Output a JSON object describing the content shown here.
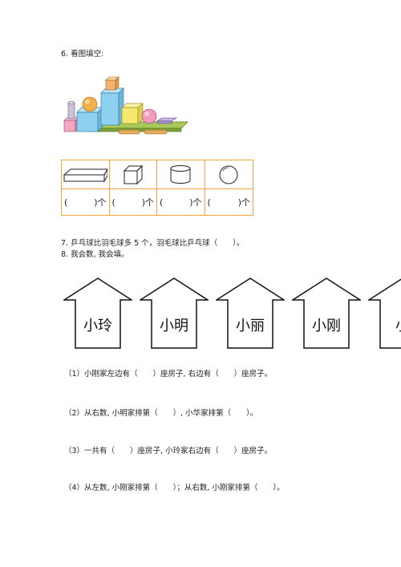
{
  "q6": {
    "title": "6. 看图填空:",
    "shapes": [
      "cuboid-icon",
      "cube-icon",
      "cylinder-icon",
      "sphere-icon"
    ],
    "answer_open": "(",
    "answer_close": ")个"
  },
  "q7": {
    "text": "7. 乒乓球比羽毛球多 5 个，羽毛球比乒乓球（　　）。"
  },
  "q8": {
    "title": "8. 我会数, 我会填。",
    "houses": [
      "小玲",
      "小明",
      "小丽",
      "小刚",
      "小"
    ],
    "subs": [
      "（1）小刚家左边有（　　）座房子, 右边有（　　）座房子。",
      "（2）从右数, 小明家排第（　　）, 小华家排第（　　）。",
      "（3）一共有（　　）座房子, 小玲家右边有（　　）座房子。",
      "（4）从左数, 小刚家排第（　　）；从右数, 小刚家排第（　　）。"
    ]
  }
}
